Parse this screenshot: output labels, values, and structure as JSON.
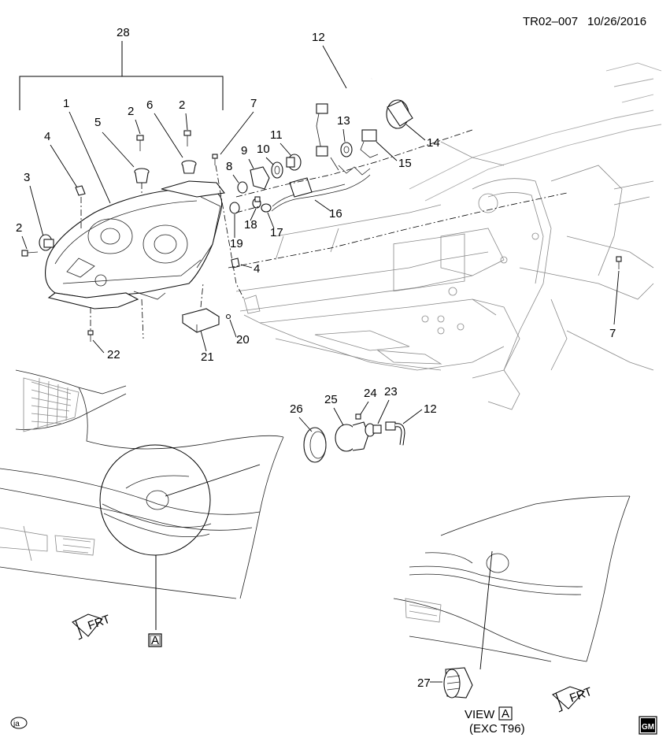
{
  "header": {
    "code": "TR02–007",
    "date": "10/26/2016"
  },
  "callouts": [
    {
      "id": "c28",
      "label": "28"
    },
    {
      "id": "c1",
      "label": "1"
    },
    {
      "id": "c2a",
      "label": "2"
    },
    {
      "id": "c6",
      "label": "6"
    },
    {
      "id": "c2b",
      "label": "2"
    },
    {
      "id": "c7a",
      "label": "7"
    },
    {
      "id": "c5",
      "label": "5"
    },
    {
      "id": "c4a",
      "label": "4"
    },
    {
      "id": "c3",
      "label": "3"
    },
    {
      "id": "c2c",
      "label": "2"
    },
    {
      "id": "c12a",
      "label": "12"
    },
    {
      "id": "c9",
      "label": "9"
    },
    {
      "id": "c8",
      "label": "8"
    },
    {
      "id": "c10",
      "label": "10"
    },
    {
      "id": "c11",
      "label": "11"
    },
    {
      "id": "c13",
      "label": "13"
    },
    {
      "id": "c14",
      "label": "14"
    },
    {
      "id": "c15",
      "label": "15"
    },
    {
      "id": "c16",
      "label": "16"
    },
    {
      "id": "c17",
      "label": "17"
    },
    {
      "id": "c18",
      "label": "18"
    },
    {
      "id": "c19",
      "label": "19"
    },
    {
      "id": "c4b",
      "label": "4"
    },
    {
      "id": "c22",
      "label": "22"
    },
    {
      "id": "c21",
      "label": "21"
    },
    {
      "id": "c20",
      "label": "20"
    },
    {
      "id": "c7b",
      "label": "7"
    },
    {
      "id": "c26",
      "label": "26"
    },
    {
      "id": "c25",
      "label": "25"
    },
    {
      "id": "c24",
      "label": "24"
    },
    {
      "id": "c23",
      "label": "23"
    },
    {
      "id": "c12b",
      "label": "12"
    },
    {
      "id": "c27",
      "label": "27"
    }
  ],
  "frt_label": "FRT",
  "view_marker": "A",
  "view": {
    "prefix": "VIEW",
    "letter": "A",
    "note": "(EXC T96)"
  },
  "footer": {
    "left_badge": "ja",
    "logo": "GM"
  }
}
